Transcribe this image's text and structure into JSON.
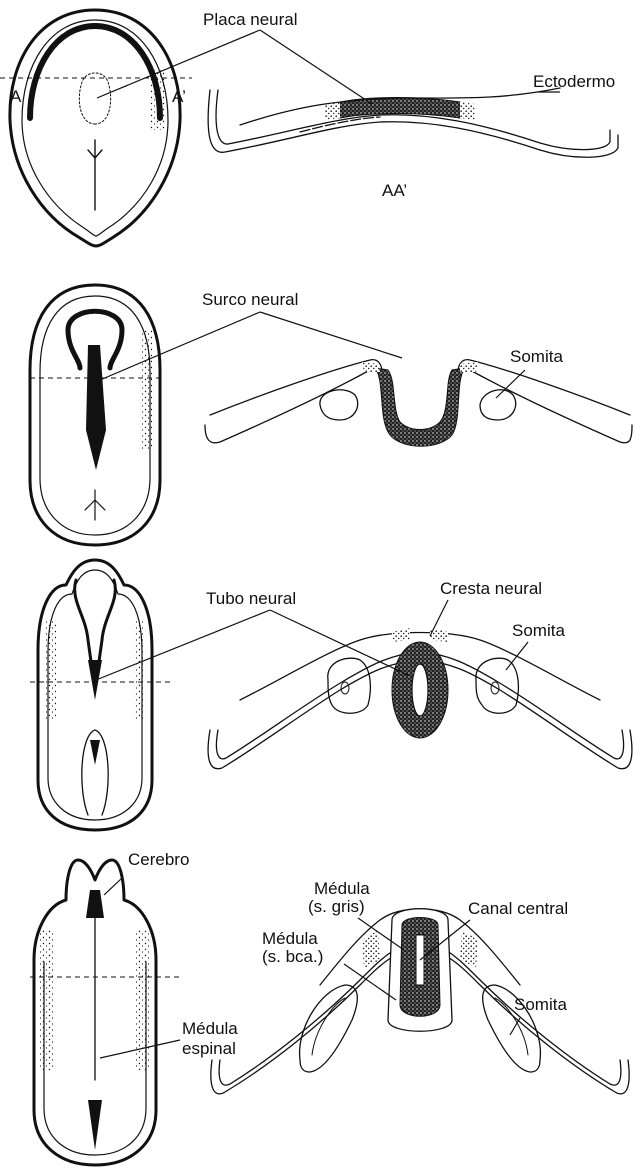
{
  "stages": [
    {
      "id": "neural-plate",
      "labels": {
        "placa_neural": "Placa neural",
        "ectodermo": "Ectodermo",
        "a": "A",
        "a_prime": "A’",
        "section": "AA’"
      }
    },
    {
      "id": "neural-groove",
      "labels": {
        "surco_neural": "Surco neural",
        "somita": "Somita"
      }
    },
    {
      "id": "neural-tube",
      "labels": {
        "tubo_neural": "Tubo neural",
        "cresta_neural": "Cresta neural",
        "somita": "Somita"
      }
    },
    {
      "id": "spinal-cord",
      "labels": {
        "cerebro": "Cerebro",
        "medula_gris_1": "Médula",
        "medula_gris_2": "(s. gris)",
        "canal_central": "Canal central",
        "medula_bca_1": "Médula",
        "medula_bca_2": "(s. bca.)",
        "somita": "Somita",
        "medula_espinal_1": "Médula",
        "medula_espinal_2": "espinal"
      }
    }
  ],
  "colors": {
    "ink": "#111111",
    "paper": "#ffffff"
  }
}
